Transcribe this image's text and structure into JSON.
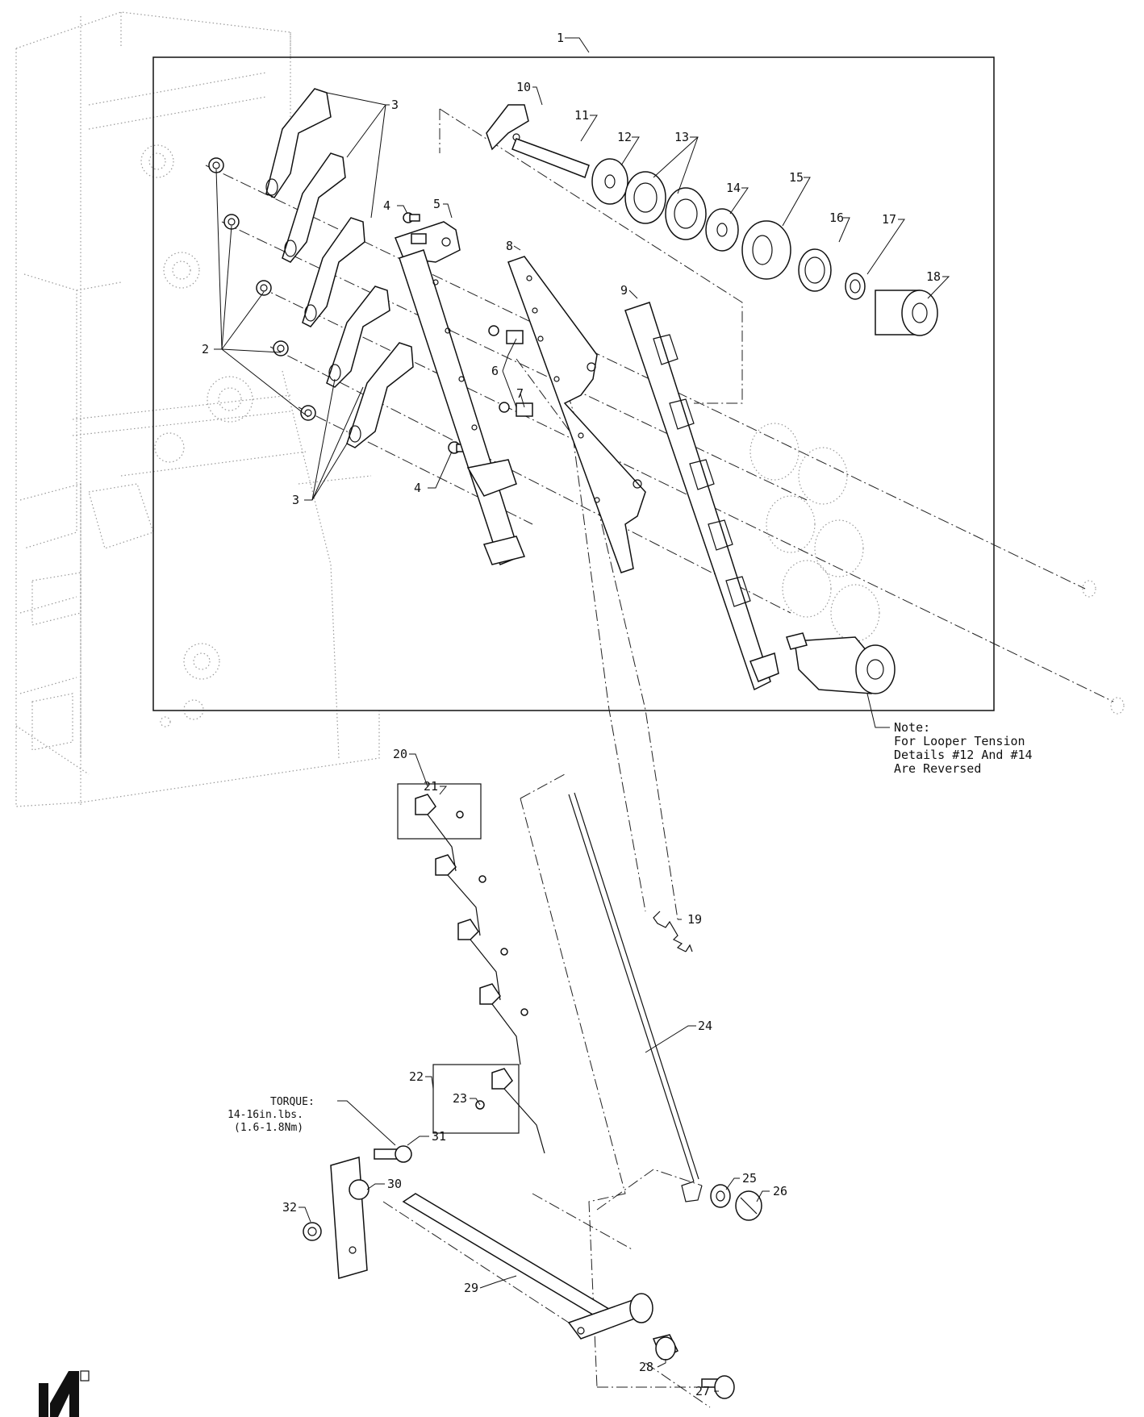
{
  "labels": {
    "l1": "1",
    "l2": "2",
    "l3a": "3",
    "l3b": "3",
    "l4a": "4",
    "l4b": "4",
    "l5": "5",
    "l6": "6",
    "l7": "7",
    "l8": "8",
    "l9": "9",
    "l10": "10",
    "l11": "11",
    "l12": "12",
    "l13": "13",
    "l14": "14",
    "l15": "15",
    "l16": "16",
    "l17": "17",
    "l18": "18",
    "l19": "19",
    "l20": "20",
    "l21": "21",
    "l22": "22",
    "l23": "23",
    "l24": "24",
    "l25": "25",
    "l26": "26",
    "l27": "27",
    "l28": "28",
    "l29": "29",
    "l30": "30",
    "l31": "31",
    "l32": "32"
  },
  "note": {
    "line1": "Note:",
    "line2": "For Looper Tension",
    "line3": "Details #12 And #14",
    "line4": "Are Reversed"
  },
  "torque": {
    "line1": "TORQUE:",
    "line2": "14-16in.lbs.",
    "line3": "(1.6-1.8Nm)"
  }
}
